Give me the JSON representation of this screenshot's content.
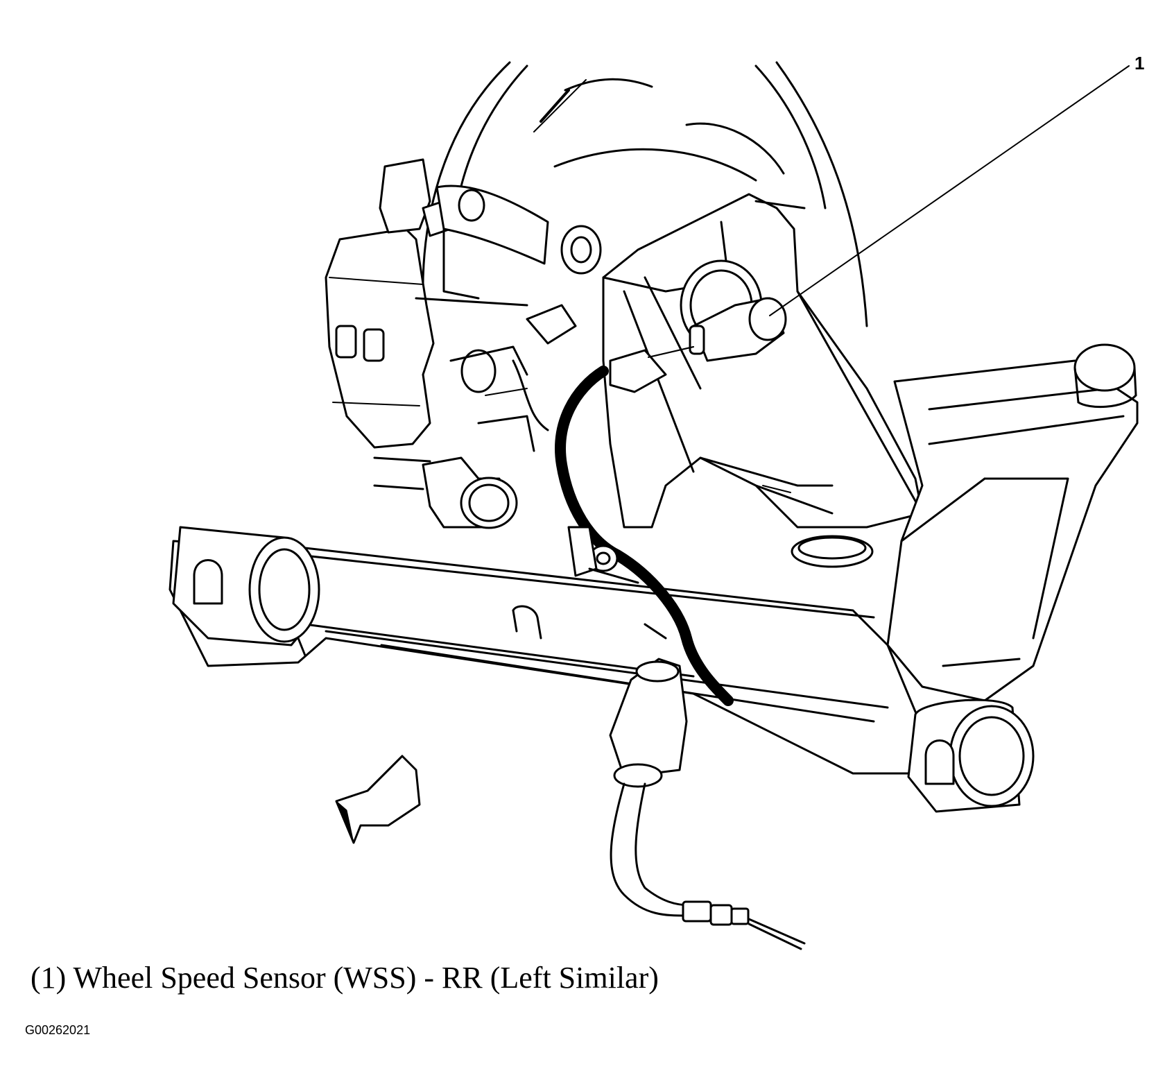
{
  "diagram": {
    "callout": "1",
    "caption": "(1) Wheel Speed Sensor (WSS) - RR (Left Similar)",
    "figure_id": "G00262021"
  }
}
